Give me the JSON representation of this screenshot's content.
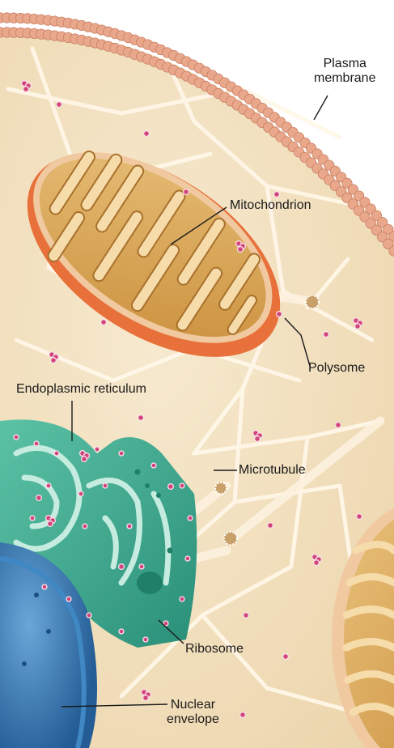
{
  "labels": {
    "plasma_membrane": [
      "Plasma",
      "membrane"
    ],
    "mitochondrion": "Mitochondrion",
    "polysome": "Polysome",
    "endoplasmic_reticulum": "Endoplasmic reticulum",
    "microtubule": "Microtubule",
    "ribosome": "Ribosome",
    "nuclear_envelope": [
      "Nuclear",
      "envelope"
    ]
  },
  "colors": {
    "cytoplasm": "#f3e3c6",
    "membrane_bead": "#e9a88c",
    "mitochondrion_outer": "#e8703a",
    "mitochondrion_inner": "#d9a24c",
    "er": "#3aa88e",
    "nucleus": "#2f6fa8",
    "ribosome": "#d0457a",
    "filament": "#fff6e6"
  }
}
